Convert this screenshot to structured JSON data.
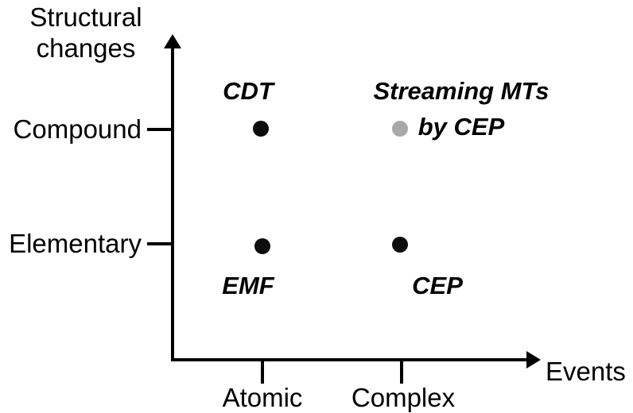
{
  "chart_data": {
    "type": "scatter",
    "title": "",
    "xlabel": "Events",
    "ylabel": "Structural changes",
    "ylabel_lines": [
      "Structural",
      "changes"
    ],
    "x_categories": [
      "Atomic",
      "Complex"
    ],
    "y_categories": [
      "Elementary",
      "Compound"
    ],
    "grid": false,
    "legend": false,
    "axis_color": "#000000",
    "background_color": "#ffffff",
    "points": [
      {
        "label": "CDT",
        "x": "Atomic",
        "y": "Compound",
        "dot_color": "#0d0d0d",
        "label_style": "bold-italic",
        "label_placement": "above-dot"
      },
      {
        "label": "Streaming MTs by CEP",
        "label_lines": [
          "Streaming MTs",
          "by CEP"
        ],
        "x": "Complex",
        "y": "Compound",
        "dot_color": "#a8a8a8",
        "label_style": "bold-italic",
        "label_placement": "right-of-dot"
      },
      {
        "label": "EMF",
        "x": "Atomic",
        "y": "Elementary",
        "dot_color": "#0d0d0d",
        "label_style": "bold-italic",
        "label_placement": "below-dot"
      },
      {
        "label": "CEP",
        "x": "Complex",
        "y": "Elementary",
        "dot_color": "#0d0d0d",
        "label_style": "bold-italic",
        "label_placement": "below-dot"
      }
    ]
  }
}
